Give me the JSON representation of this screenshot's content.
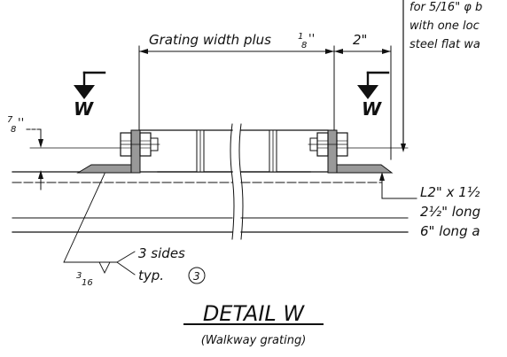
{
  "detail": {
    "title": "DETAIL W",
    "subtitle": "(Walkway grating)"
  },
  "dimensions": {
    "grating_width_label": "Grating width plus",
    "grating_width_fraction": "1/8\"",
    "edge_offset": "2\"",
    "clearance": "7/8\""
  },
  "section_markers": {
    "left": "W",
    "right": "W"
  },
  "notes": {
    "top_right": [
      "for 5/16\" φ b",
      "with one loc",
      "steel flat wa"
    ],
    "angle": [
      "L2\" x 1½",
      "2½\" long",
      "6\" long a"
    ]
  },
  "weld": {
    "size": "3/16",
    "sides": "3 sides",
    "typ": "typ.",
    "ref": "3"
  },
  "colors": {
    "ink": "#111111",
    "paper": "#ffffff"
  }
}
